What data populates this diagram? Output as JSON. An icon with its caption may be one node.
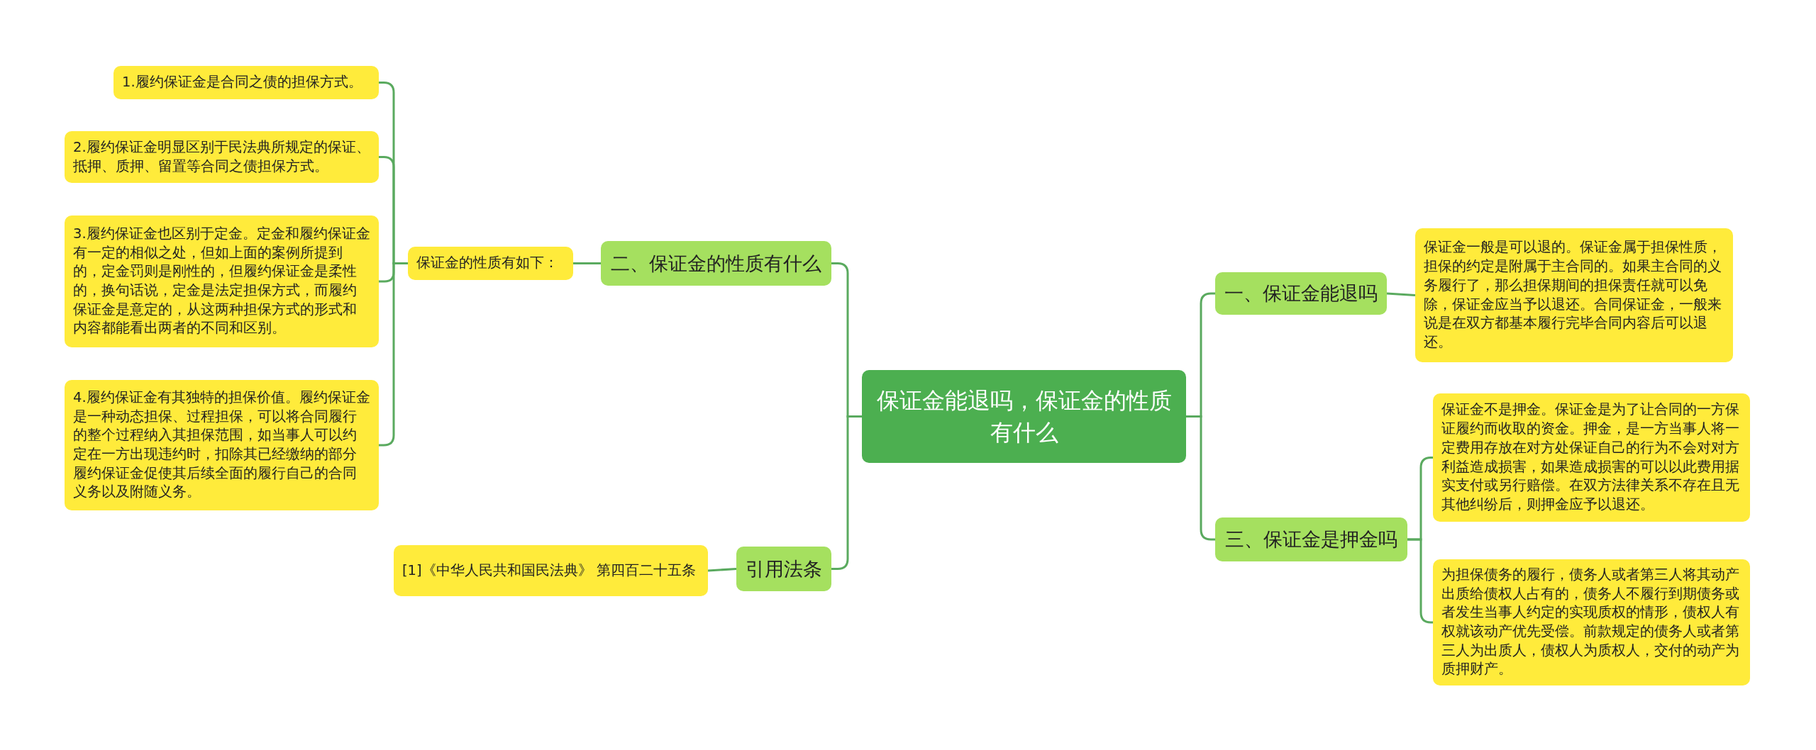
{
  "diagram": {
    "nodes": [
      {
        "text": [
          "保证金能退吗，保证金的性质有什么"
        ]
      },
      {
        "text": [
          "二、保证金的性质有什么"
        ]
      },
      {
        "text": [
          "保证金的性质有如下："
        ]
      },
      {
        "text": [
          "1.履约保证金是合同之债的担保方式。"
        ]
      },
      {
        "text": [
          "2.履约保证金明显区别于民法典所规定的保证、抵押、质押、留置等合同之债担保方式。"
        ]
      },
      {
        "text": [
          "3.履约保证金也区别于定金。定金和履约保证金有一定的相似之处，但如上面的案例所提到的，定金罚则是刚性的，但履约保证金是柔性的，换句话说，定金是法定担保方式，而履约保证金是意定的，从这两种担保方式的形式和内容都能看出两者的不同和区别。"
        ]
      },
      {
        "text": [
          "4.履约保证金有其独特的担保价值。履约保证金是一种动态担保、过程担保，可以将合同履行的整个过程纳入其担保范围，如当事人可以约定在一方出现违约时，扣除其已经缴纳的部分履约保证金促使其后续全面的履行自己的合同义务以及附随义务。"
        ]
      },
      {
        "text": [
          "引用法条"
        ]
      },
      {
        "text": [
          "[1]《中华人民共和国民法典》 第四百二十五条"
        ]
      },
      {
        "text": [
          "一、保证金能退吗"
        ]
      },
      {
        "text": [
          "保证金一般是可以退的。保证金属于担保性质，担保的约定是附属于主合同的。如果主合同的义务履行了，那么担保期间的担保责任就可以免除，保证金应当予以退还。合同保证金，一般来说是在双方都基本履行完毕合同内容后可以退还。"
        ]
      },
      {
        "text": [
          "三、保证金是押金吗"
        ]
      },
      {
        "text": [
          "保证金不是押金。保证金是为了让合同的一方保证履约而收取的资金。押金，是一方当事人将一定费用存放在对方处保证自己的行为不会对对方利益造成损害，如果造成损害的可以以此费用据实支付或另行赔偿。在双方法律关系不存在且无其他纠纷后，则押金应予以退还。"
        ]
      },
      {
        "text": [
          "为担保债务的履行，债务人或者第三人将其动产出质给债权人占有的，债务人不履行到期债务或者发生当事人约定的实现质权的情形，债权人有权就该动产优先受偿。前款规定的债务人或者第三人为出质人，债权人为质权人，交付的动产为质押财产。"
        ]
      }
    ],
    "edges": [
      {
        "from": 0,
        "to": 1,
        "arrow": "none"
      },
      {
        "from": 1,
        "to": 2,
        "arrow": "none"
      },
      {
        "from": 2,
        "to": 3,
        "arrow": "none"
      },
      {
        "from": 2,
        "to": 4,
        "arrow": "none"
      },
      {
        "from": 2,
        "to": 5,
        "arrow": "none"
      },
      {
        "from": 2,
        "to": 6,
        "arrow": "none"
      },
      {
        "from": 0,
        "to": 7,
        "arrow": "none"
      },
      {
        "from": 7,
        "to": 8,
        "arrow": "none"
      },
      {
        "from": 0,
        "to": 9,
        "arrow": "none"
      },
      {
        "from": 9,
        "to": 10,
        "arrow": "none"
      },
      {
        "from": 0,
        "to": 11,
        "arrow": "none"
      },
      {
        "from": 11,
        "to": 12,
        "arrow": "none"
      },
      {
        "from": 11,
        "to": 13,
        "arrow": "none"
      }
    ]
  }
}
